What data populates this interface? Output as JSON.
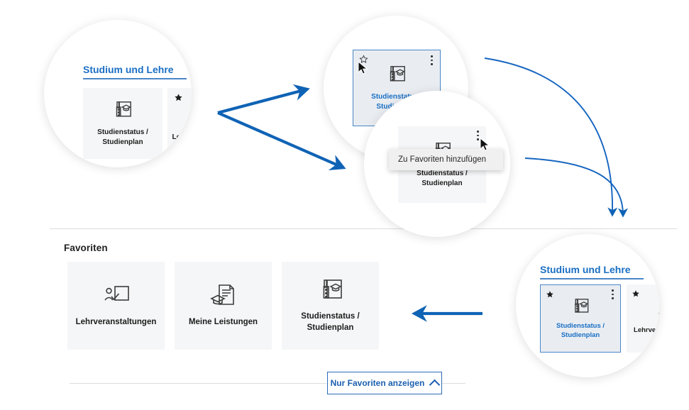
{
  "sections": {
    "studium_heading": "Studium und Lehre",
    "favoriten_heading": "Favoriten"
  },
  "tiles": {
    "studienstatus": "Studienstatus /\nStudienplan",
    "studienstatus_line1": "Studienstatus /",
    "studienstatus_line2": "Studienplan",
    "lehrveranstaltungen": "Lehrveranstaltungen",
    "lehrveranstaltungen_trunc": "Lehrve",
    "meine_leistungen": "Meine Leistungen"
  },
  "menu": {
    "add_to_favorites": "Zu Favoriten hinzufügen"
  },
  "footer": {
    "show_favorites_only": "Nur Favoriten anzeigen"
  },
  "icons": {
    "star_outline": "star-outline-icon",
    "star_filled": "star-filled-icon",
    "kebab": "kebab-menu-icon",
    "chevron_up": "chevron-up-icon",
    "cursor": "mouse-cursor-icon",
    "studienstatus": "study-status-icon",
    "lehrveranstaltungen": "courses-icon",
    "meine_leistungen": "achievements-icon"
  },
  "colors": {
    "accent_blue": "#1a6fc4",
    "arrow_blue": "#0f63b5",
    "tile_bg": "#f5f6f7",
    "tile_selected_bg": "#e9edf2",
    "tile_selected_border": "#4a86c8",
    "text_dark": "#1c1c1c",
    "divider": "#dddddd"
  }
}
